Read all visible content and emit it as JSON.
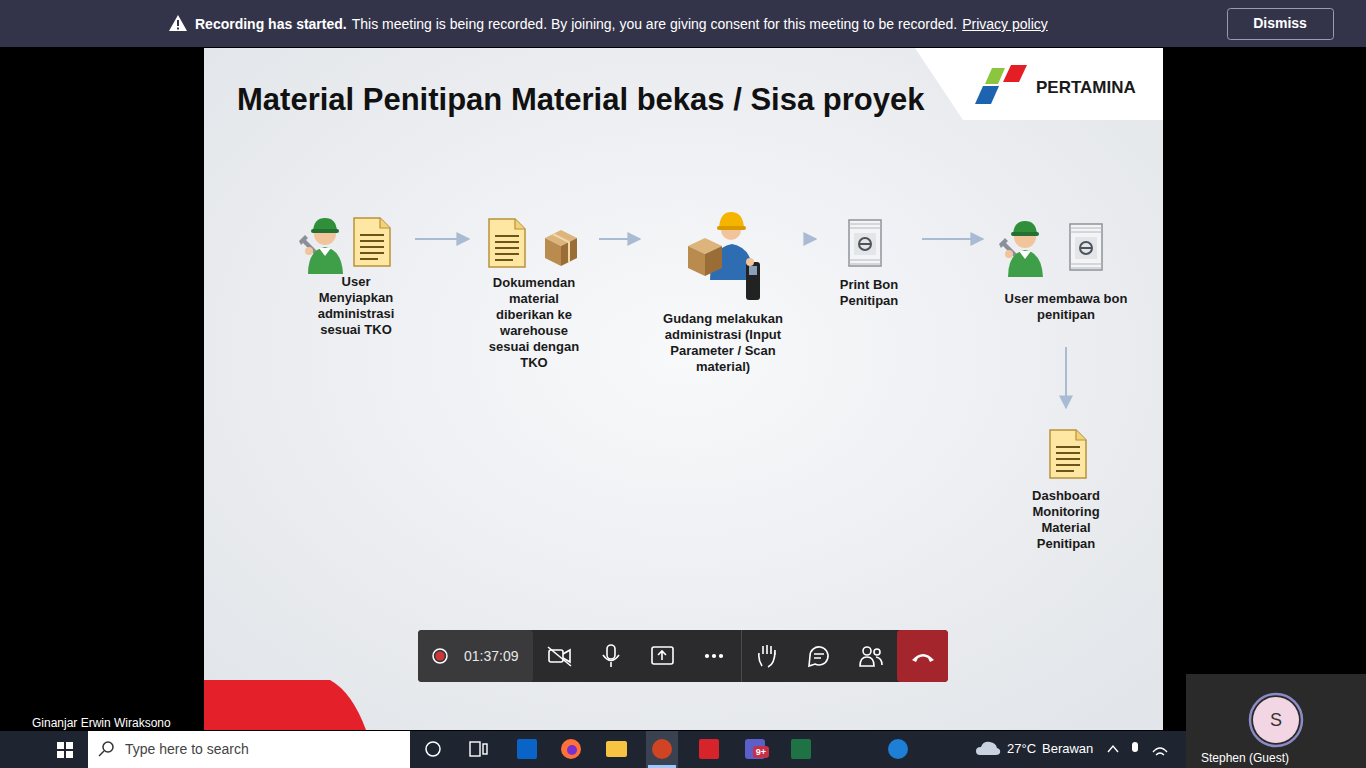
{
  "diagram": {
    "title": "Material Penitipan Material bekas / Sisa proyek",
    "nodes": [
      {
        "text": [
          "User Menyiapkan administrasi sesuai TKO"
        ]
      },
      {
        "text": [
          "Dokumendan material diberikan ke warehouse sesuai dengan TKO"
        ]
      },
      {
        "text": [
          "Gudang melakukan administrasi (Input Parameter / Scan material)"
        ]
      },
      {
        "text": [
          "Print Bon Penitipan"
        ]
      },
      {
        "text": [
          "User membawa bon penitipan"
        ]
      },
      {
        "text": [
          "Dashboard Monitoring Material Penitipan"
        ]
      }
    ],
    "edges": [
      {
        "from": 0,
        "to": 1,
        "arrow": "to"
      },
      {
        "from": 1,
        "to": 2,
        "arrow": "to"
      },
      {
        "from": 2,
        "to": 3,
        "arrow": "to"
      },
      {
        "from": 3,
        "to": 4,
        "arrow": "to"
      },
      {
        "from": 4,
        "to": 5,
        "arrow": "to"
      }
    ],
    "labels": [
      "Recording has started.",
      "This meeting is being recorded. By joining, you are giving consent for this meeting to be recorded.",
      "Privacy policy",
      "Dismiss",
      "PERTAMINA",
      "01:37:09",
      "Ginanjar Erwin Wiraksono",
      "Type here to search",
      "9+",
      "27°C",
      "Berawan",
      "S",
      "Stephen (Guest)"
    ]
  }
}
